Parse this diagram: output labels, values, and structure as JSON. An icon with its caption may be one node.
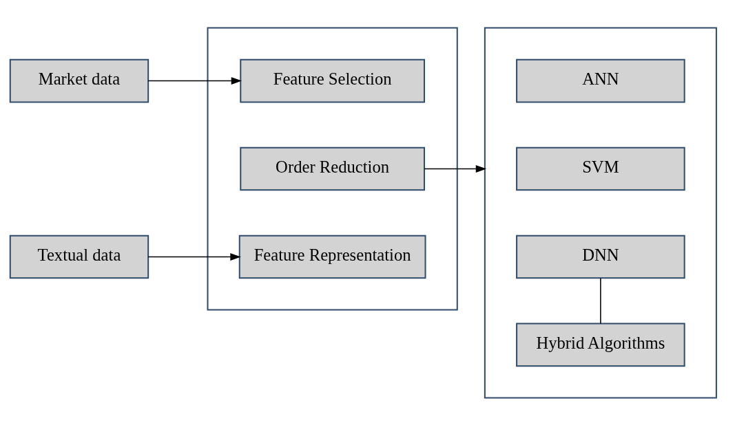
{
  "diagram": {
    "nodes": [
      {
        "text": [
          "Market data"
        ]
      },
      {
        "text": [
          "Textual data"
        ]
      },
      {
        "text": [],
        "shape": "box"
      },
      {
        "text": [
          "Feature Selection"
        ],
        "in": 2
      },
      {
        "text": [
          "Order Reduction"
        ],
        "in": 2
      },
      {
        "text": [
          "Feature Representation"
        ],
        "in": 2
      },
      {
        "text": [],
        "shape": "box"
      },
      {
        "text": [
          "ANN"
        ],
        "in": 6
      },
      {
        "text": [
          "SVM"
        ],
        "in": 6
      },
      {
        "text": [
          "DNN"
        ],
        "in": 6
      },
      {
        "text": [
          "Hybrid Algorithms"
        ],
        "in": 6
      }
    ],
    "edges": [
      {
        "from": 0,
        "to": 3,
        "arrow": "to"
      },
      {
        "from": 1,
        "to": 5,
        "arrow": "to"
      },
      {
        "from": 4,
        "to": 6,
        "arrow": "to"
      },
      {
        "from": 9,
        "to": 10,
        "arrow": "none"
      }
    ]
  }
}
